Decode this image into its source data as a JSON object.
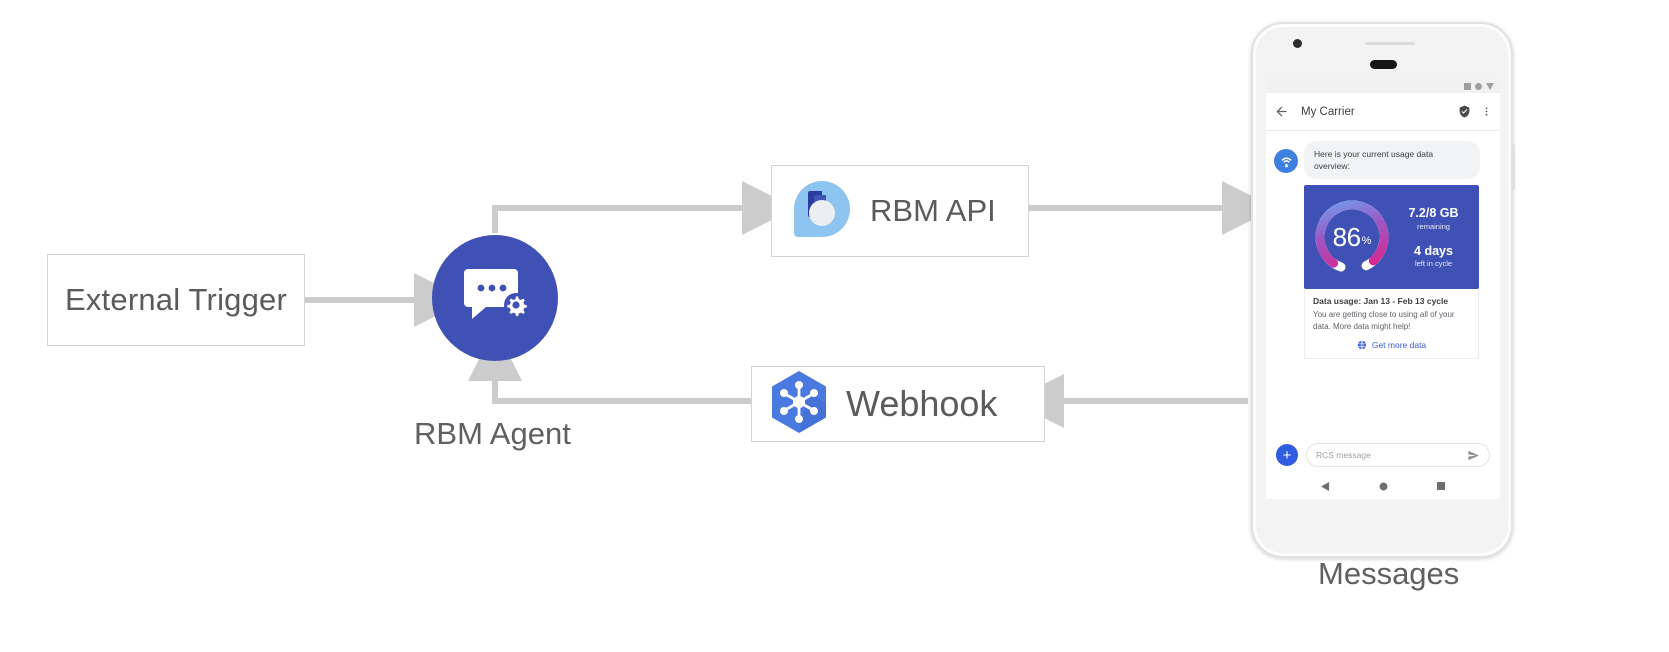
{
  "diagram": {
    "external_trigger": {
      "label": "External Trigger"
    },
    "rbm_agent": {
      "label": "RBM Agent",
      "icon": "chat-gear-icon",
      "color": "#3f51b5"
    },
    "rbm_api": {
      "label": "RBM API",
      "icon": "rbm-api-logo"
    },
    "webhook": {
      "label": "Webhook",
      "icon": "webhook-hexagon-icon"
    },
    "messages_label": "Messages",
    "connector_color": "#cccccc"
  },
  "phone": {
    "statusbar": {
      "icons": [
        "signal-square-icon",
        "wifi-dot-icon",
        "battery-triangle-icon"
      ]
    },
    "appbar": {
      "back_icon": "back-arrow-icon",
      "title": "My Carrier",
      "verified_icon": "verified-shield-icon",
      "overflow_icon": "overflow-menu-icon"
    },
    "conversation": {
      "avatar_icon": "rcs-tower-icon",
      "bubble_text": "Here is your current usage data overview:",
      "usage_card": {
        "percent": "86",
        "percent_sign": "%",
        "gauge_value": 86,
        "data_remaining": "7.2/8 GB",
        "data_remaining_sub": "remaining",
        "days_left": "4 days",
        "days_left_sub": "left in cycle",
        "card_color": "#3f51b5",
        "gauge_start_color": "#6aa5f0",
        "gauge_mid_color": "#9b59c7",
        "gauge_end_color": "#e0218a"
      },
      "info_card": {
        "title": "Data usage: Jan 13 - Feb 13 cycle",
        "body": "You are getting close to using all of your data. More data might help!",
        "action_icon": "globe-icon",
        "action_label": "Get more data",
        "action_color": "#3b5bdb"
      }
    },
    "composer": {
      "plus_icon": "plus-icon",
      "plus_label": "+",
      "placeholder": "RCS message",
      "send_icon": "send-icon"
    },
    "navbar": {
      "back_icon": "nav-back-triangle-icon",
      "home_icon": "nav-home-circle-icon",
      "recents_icon": "nav-recents-square-icon"
    }
  }
}
